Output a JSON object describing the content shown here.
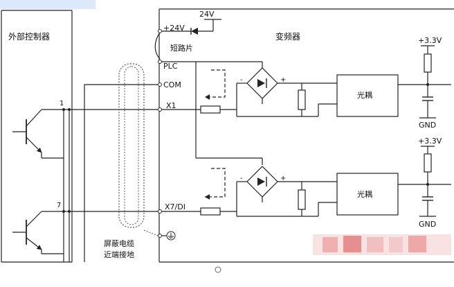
{
  "diagram": {
    "left_box": {
      "title": "外部控制器"
    },
    "inverter": {
      "title": "变频器"
    },
    "supply": {
      "v24_top": "24V",
      "v24_terminal": "+24V",
      "short_label": "短路片"
    },
    "terminals": {
      "plc": "PLC",
      "com": "COM",
      "x1": "X1",
      "x7": "X7/DI",
      "pin1": "1",
      "pin7": "7"
    },
    "cable_note": {
      "line1": "屏蔽电缆",
      "line2": "近端接地"
    },
    "channel_top": {
      "vcc": "+3.3V",
      "optocoupler": "光耦",
      "gnd": "GND"
    },
    "channel_bottom": {
      "vcc": "+3.3V",
      "optocoupler": "光耦",
      "gnd": "GND"
    },
    "colors": {
      "line": "#222222",
      "cable": "#555555",
      "watermark": "#f0b7b7",
      "logo_bg": "#dbe9fb"
    }
  }
}
